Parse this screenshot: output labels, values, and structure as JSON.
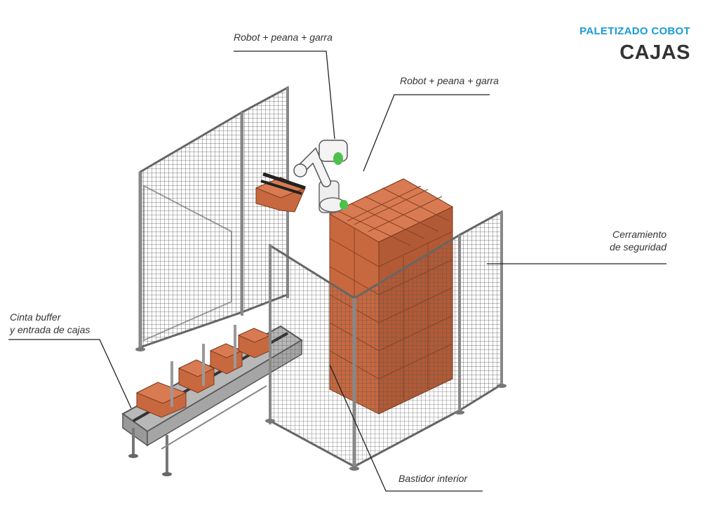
{
  "header": {
    "subtitle": "PALETIZADO COBOT",
    "title": "CAJAS"
  },
  "labels": {
    "robot_top": "Robot + peana + garra",
    "robot_mid": "Robot + peana + garra",
    "enclosure_line1": "Cerramiento",
    "enclosure_line2": "de seguridad",
    "conveyor_line1": "Cinta buffer",
    "conveyor_line2": "y entrada de cajas",
    "frame": "Bastidor interior"
  },
  "colors": {
    "accent": "#1a9ad6",
    "title": "#333333",
    "box": "#c8683f",
    "fence": "#777777",
    "robot_ring": "#4cc14c"
  }
}
